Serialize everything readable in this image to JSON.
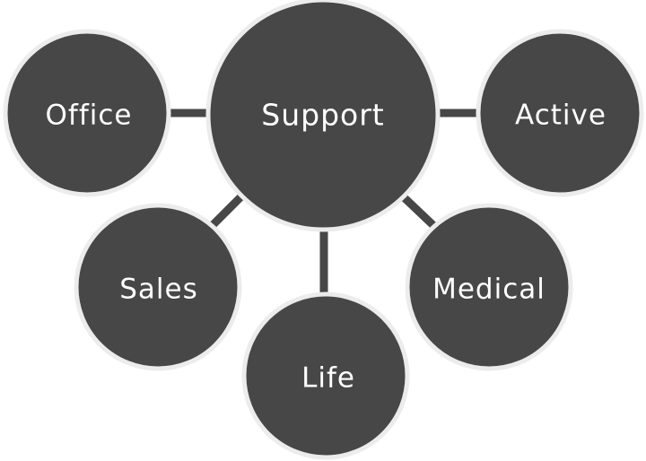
{
  "diagram": {
    "colors": {
      "node_fill": "#474747",
      "node_ring": "#ececec",
      "connector": "#474747",
      "label": "#ffffff"
    },
    "center": {
      "label": "Support"
    },
    "nodes": [
      {
        "key": "office",
        "label": "Office"
      },
      {
        "key": "active",
        "label": "Active"
      },
      {
        "key": "sales",
        "label": "Sales"
      },
      {
        "key": "medical",
        "label": "Medical"
      },
      {
        "key": "life",
        "label": "Life"
      }
    ]
  }
}
